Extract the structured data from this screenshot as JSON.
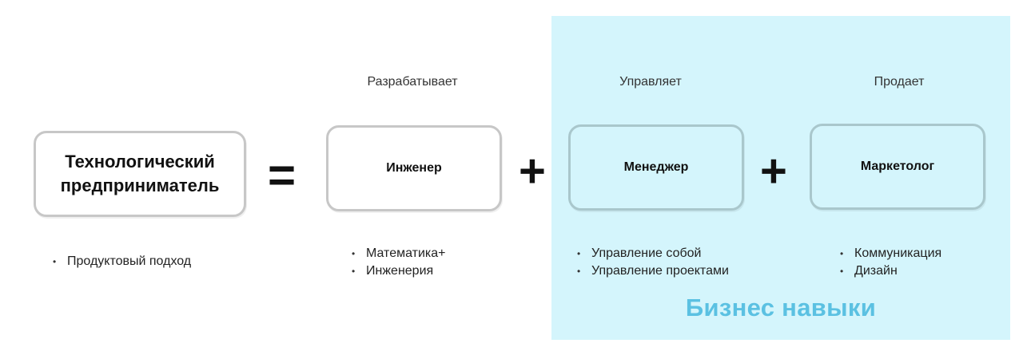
{
  "cards": {
    "tech": "Технологический предприниматель",
    "engineer": "Инженер",
    "manager": "Менеджер",
    "marketer": "Маркетолог"
  },
  "roles": {
    "engineer": "Разрабатывает",
    "manager": "Управляет",
    "marketer": "Продает"
  },
  "operators": {
    "equals": "=",
    "plus": "+"
  },
  "bullets": {
    "tech": [
      "Продуктовый подход"
    ],
    "engineer": [
      "Математика+",
      "Инженерия"
    ],
    "manager": [
      "Управление собой",
      "Управление проектами"
    ],
    "marketer": [
      "Коммуникация",
      "Дизайн"
    ]
  },
  "business_label": "Бизнес навыки",
  "colors": {
    "business_panel": "#d4f5fc",
    "business_label": "#5bc1e2",
    "card_border": "#c7c7c7",
    "business_card_border": "#a9c7cc"
  }
}
